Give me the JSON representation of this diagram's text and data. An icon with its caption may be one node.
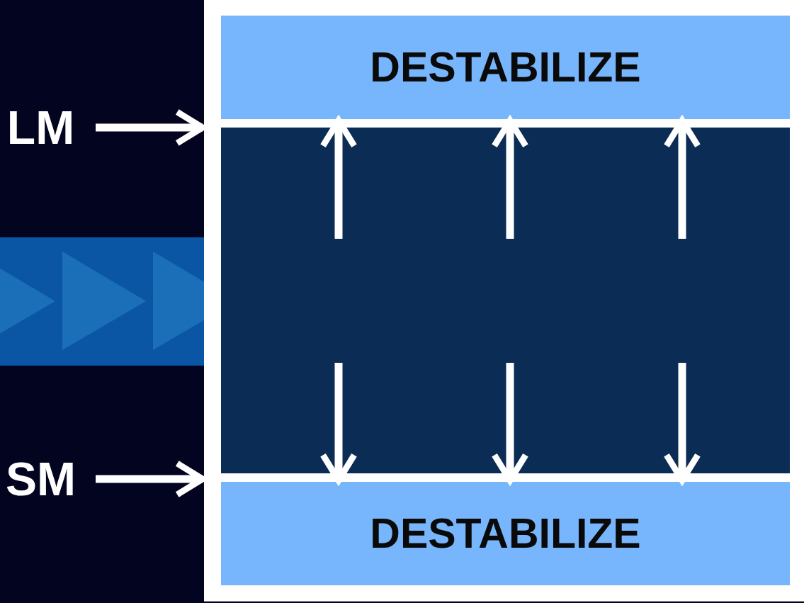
{
  "diagram": {
    "nodes": [
      {
        "text": [
          "LM"
        ]
      },
      {
        "text": [
          "SM"
        ]
      },
      {
        "text": [],
        "shape": "box"
      },
      {
        "text": [
          "DESTABILIZE"
        ],
        "in": 2
      },
      {
        "text": [],
        "shape": "box",
        "in": 2
      },
      {
        "text": [
          "DESTABILIZE"
        ],
        "in": 2
      }
    ],
    "edges": [
      {
        "from": 0,
        "to": 2,
        "arrow": "to"
      },
      {
        "from": 1,
        "to": 2,
        "arrow": "to"
      },
      {
        "from": 4,
        "to": 3,
        "arrow": "to"
      },
      {
        "from": 4,
        "to": 3,
        "arrow": "to"
      },
      {
        "from": 4,
        "to": 3,
        "arrow": "to"
      },
      {
        "from": 4,
        "to": 5,
        "arrow": "to"
      },
      {
        "from": 4,
        "to": 5,
        "arrow": "to"
      },
      {
        "from": 4,
        "to": 5,
        "arrow": "to"
      }
    ]
  }
}
